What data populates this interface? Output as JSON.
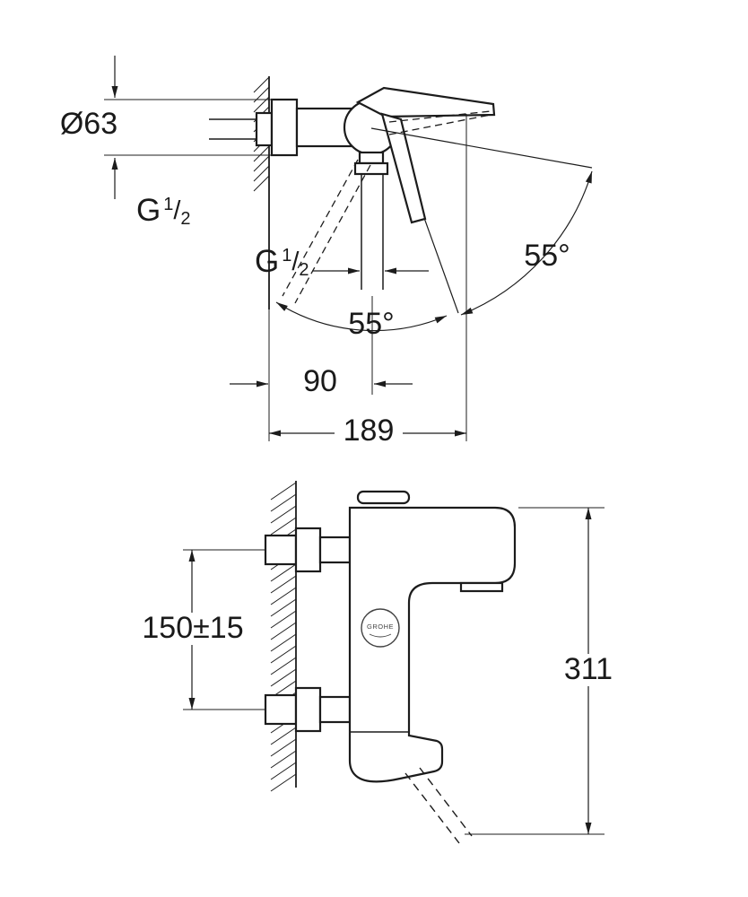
{
  "colors": {
    "line": "#1c1c1c",
    "background": "#ffffff"
  },
  "side_view": {
    "escutcheon_diameter": "Ø63",
    "swing_angle_right": "55°",
    "swing_angle_bottom": "55°",
    "offset_width": "90",
    "total_width": "189"
  },
  "thread_label": {
    "letter": "G",
    "numerator": "1",
    "slash": "/",
    "denominator": "2"
  },
  "front_view": {
    "connection_spacing": "150±15",
    "total_height": "311",
    "logo_text": "GROHE"
  }
}
